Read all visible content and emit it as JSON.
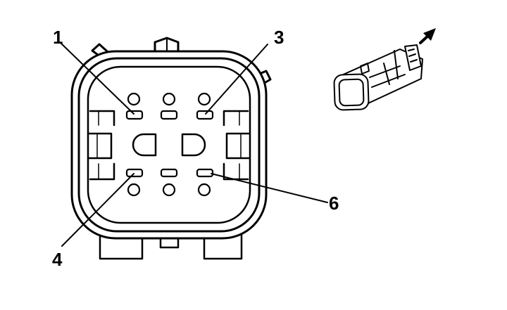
{
  "diagram": {
    "callouts": [
      {
        "id": "pin-1",
        "label": "1"
      },
      {
        "id": "pin-3",
        "label": "3"
      },
      {
        "id": "pin-6",
        "label": "6"
      },
      {
        "id": "pin-4",
        "label": "4"
      }
    ],
    "icons": {
      "arrow": "removal-direction-arrow-icon",
      "connector": "connector-side-view-icon"
    }
  }
}
